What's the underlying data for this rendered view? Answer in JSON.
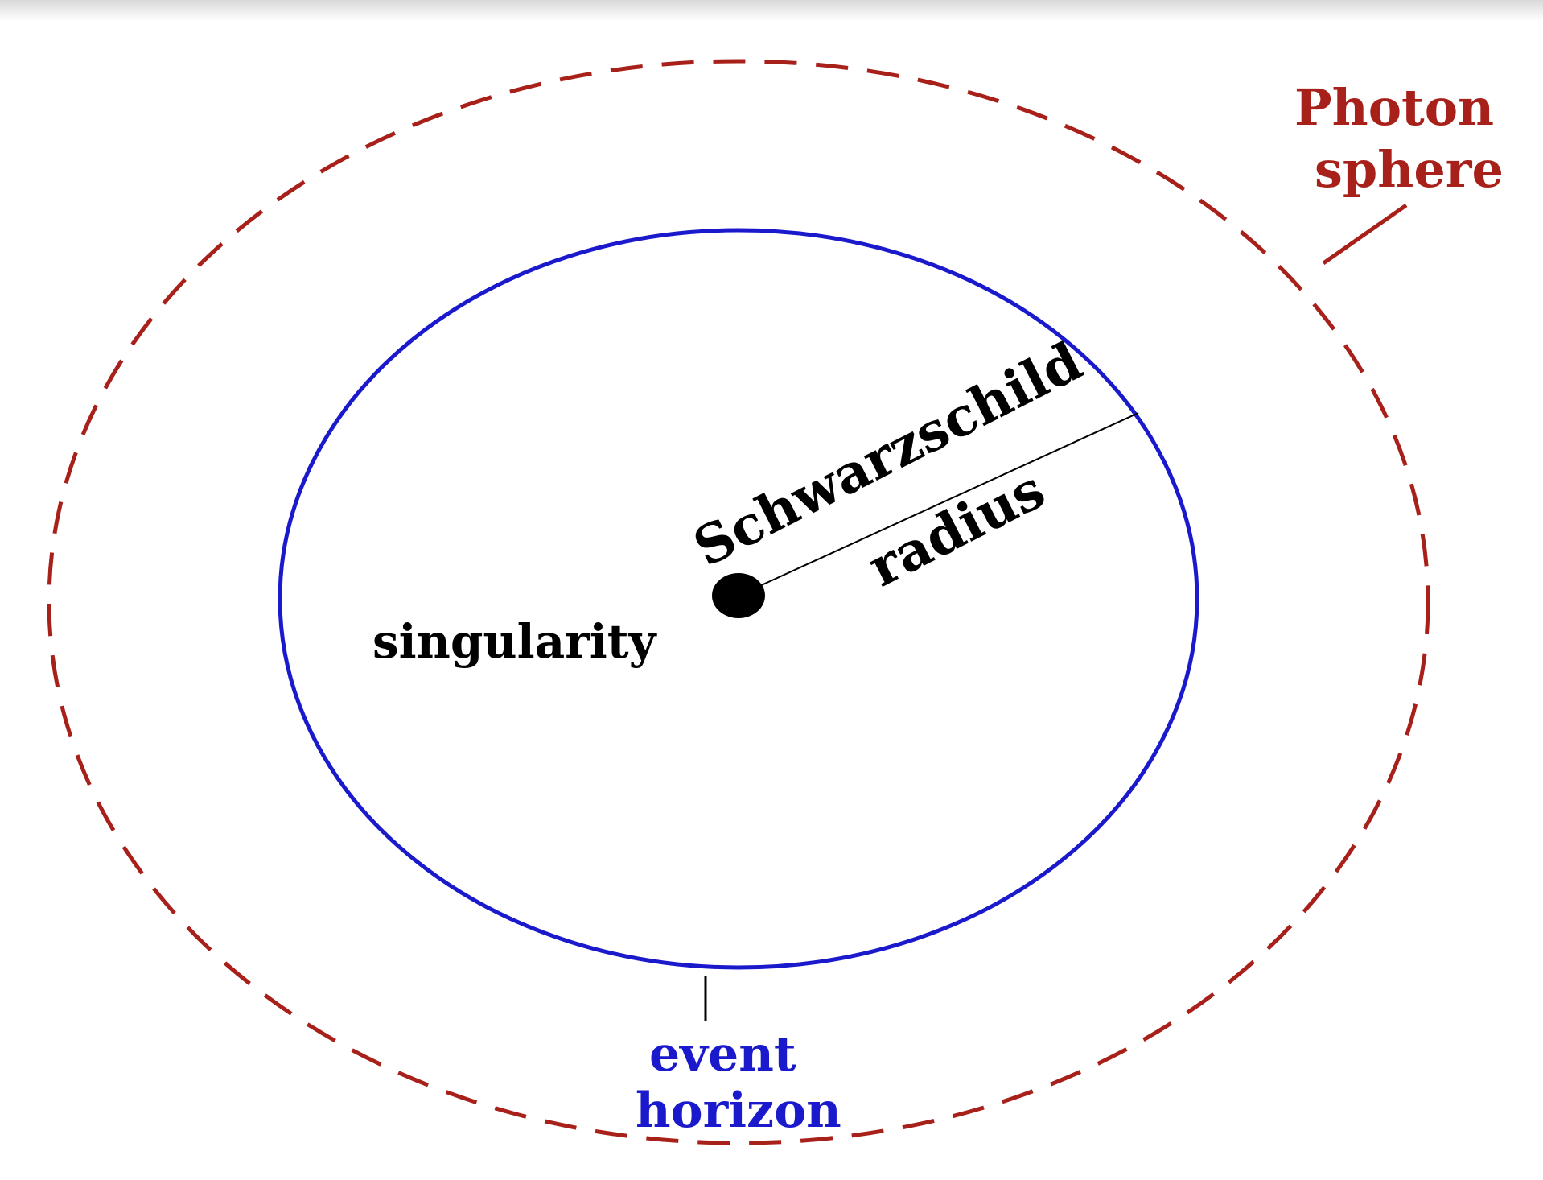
{
  "labels": {
    "photon_line1": "Photon",
    "photon_line2": "sphere",
    "schwarzschild": "Schwarzschild",
    "radius": "radius",
    "singularity": "singularity",
    "event_line1": "event",
    "event_line2": "horizon"
  },
  "colors": {
    "photon_sphere": "#a8201a",
    "event_horizon": "#1a1acc",
    "ink": "#000000",
    "background": "#ffffff"
  }
}
